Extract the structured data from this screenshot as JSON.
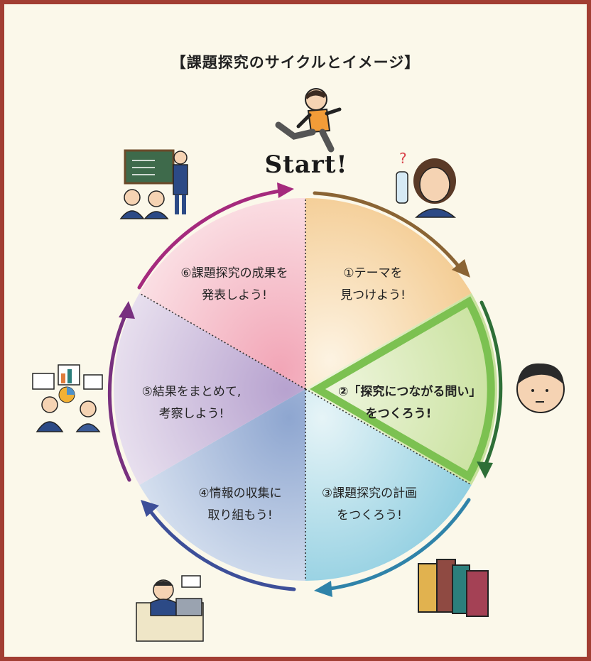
{
  "title": "【課題探究のサイクルとイメージ】",
  "start_label": "Start!",
  "steps": [
    {
      "num": "①",
      "line1": "テーマを",
      "line2": "見つけよう!"
    },
    {
      "num": "②",
      "line1": "「探究につながる問い」",
      "line2": "をつくろう!"
    },
    {
      "num": "③",
      "line1": "課題探究の計画",
      "line2": "をつくろう!"
    },
    {
      "num": "④",
      "line1": "情報の収集に",
      "line2": "取り組もう!"
    },
    {
      "num": "⑤",
      "line1": "結果をまとめて,",
      "line2": "考察しよう!"
    },
    {
      "num": "⑥",
      "line1": "課題探究の成果を",
      "line2": "発表しよう!"
    }
  ],
  "illustrations": {
    "runner": "running-student-icon",
    "thinking_girl": "question-girl-icon",
    "thinking_boy": "thinking-boy-icon",
    "books": "books-icon",
    "computer": "computer-research-icon",
    "discussion": "discussion-charts-icon",
    "presentation": "blackboard-presentation-icon"
  },
  "colors": {
    "border": "#a23e33",
    "background": "#fbf8ea",
    "seg1": "#f7d6a6",
    "seg2": "#d3e6ae",
    "seg3": "#a6d8e3",
    "seg4": "#9db3d6",
    "seg5": "#c4b3d6",
    "seg6": "#f3b7c3",
    "arrow1": "#8a6434",
    "arrow2": "#2e6f37",
    "arrow3": "#2f83a9",
    "arrow4": "#3d4f99",
    "arrow5": "#78307f",
    "arrow6": "#a52a7d",
    "highlight": "#7cc151"
  }
}
